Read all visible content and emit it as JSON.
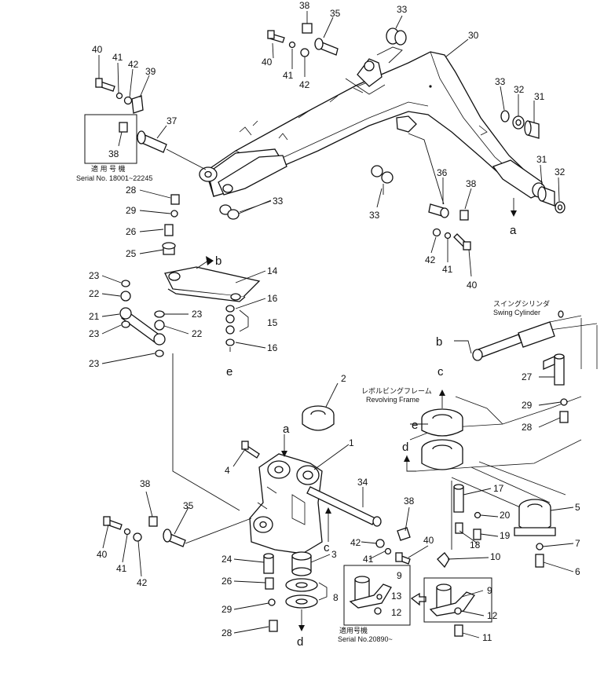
{
  "callouts": {
    "n1": "1",
    "n2": "2",
    "n3": "3",
    "n4": "4",
    "n5": "5",
    "n6": "6",
    "n7": "7",
    "n8": "8",
    "n9a": "9",
    "n9b": "9",
    "n10": "10",
    "n11": "11",
    "n12a": "12",
    "n12b": "12",
    "n13": "13",
    "n14": "14",
    "n15": "15",
    "n16a": "16",
    "n16b": "16",
    "n17": "17",
    "n18": "18",
    "n19": "19",
    "n20": "20",
    "n21": "21",
    "n22a": "22",
    "n22b": "22",
    "n23a": "23",
    "n23b": "23",
    "n23c": "23",
    "n23d": "23",
    "n24": "24",
    "n25": "25",
    "n26a": "26",
    "n26b": "26",
    "n27": "27",
    "n28a": "28",
    "n28b": "28",
    "n28c": "28",
    "n29a": "29",
    "n29b": "29",
    "n29c": "29",
    "n30": "30",
    "n31a": "31",
    "n31b": "31",
    "n32a": "32",
    "n32b": "32",
    "n33a": "33",
    "n33b": "33",
    "n33c": "33",
    "n33d": "33",
    "n34": "34",
    "n35a": "35",
    "n35b": "35",
    "n36": "36",
    "n37": "37",
    "n38a": "38",
    "n38b": "38",
    "n38c": "38",
    "n38d": "38",
    "n38e": "38",
    "n39": "39",
    "n40a": "40",
    "n40b": "40",
    "n40c": "40",
    "n40d": "40",
    "n40e": "40",
    "n41a": "41",
    "n41b": "41",
    "n41c": "41",
    "n41d": "41",
    "n41e": "41",
    "n42a": "42",
    "n42b": "42",
    "n42c": "42",
    "n42d": "42",
    "n42e": "42"
  },
  "letters": {
    "a_top": "a",
    "a_mid": "a",
    "b_top": "b",
    "b_mid": "b",
    "c_top": "c",
    "c_mid": "c",
    "d_top": "d",
    "d_bot": "d",
    "e_top": "e",
    "e_mid": "e"
  },
  "notes": {
    "serial1_jp": "適 用 号 機",
    "serial1": "Serial No. 18001~22245",
    "serial2_jp": "適用号機",
    "serial2": "Serial No.20890~",
    "swing_jp": "スイングシリンダ",
    "swing": "Swing Cylinder",
    "frame_jp": "レボルビングフレーム",
    "frame": "Revolving Frame"
  }
}
